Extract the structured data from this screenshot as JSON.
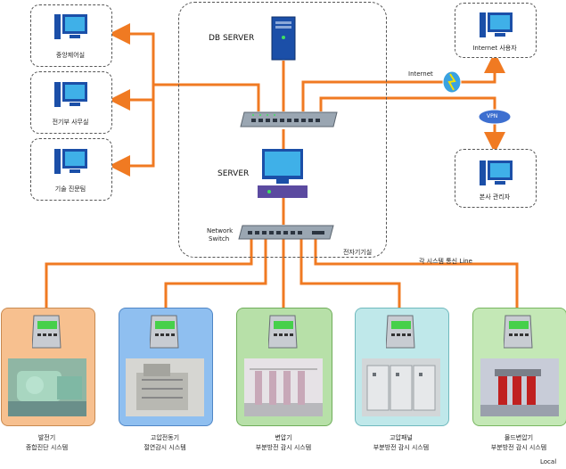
{
  "nodes": {
    "control_room": "중앙제어실",
    "elec_office": "전기부 사무실",
    "tech_team": "기술 진문팀",
    "db_server": "DB SERVER",
    "server": "SERVER",
    "network_switch_line1": "Network",
    "network_switch_line2": "Switch",
    "elec_room": "전자기기실",
    "internet_user": "Internet 사용자",
    "internet": "Internet",
    "vpn": "VPN",
    "hq_manager": "본사 관리자",
    "comm_line": "각 시스템 통신 Line",
    "local": "Local"
  },
  "systems": [
    {
      "line1": "발전기",
      "line2": "종합진단 시스템",
      "color": "#f7c08f"
    },
    {
      "line1": "고압전동기",
      "line2": "절연감시 시스템",
      "color": "#8fbff0"
    },
    {
      "line1": "변압기",
      "line2": "부분방전 감시 시스템",
      "color": "#b7e0a8"
    },
    {
      "line1": "고압패널",
      "line2": "부분방전 감시 시스템",
      "color": "#bfe8ea"
    },
    {
      "line1": "몰드변압기",
      "line2": "부분방전 감시 시스템",
      "color": "#c4e8b6"
    }
  ],
  "colors": {
    "line": "#f07a22",
    "monitor": "#1b4fa8",
    "screen": "#3fb0e8"
  }
}
